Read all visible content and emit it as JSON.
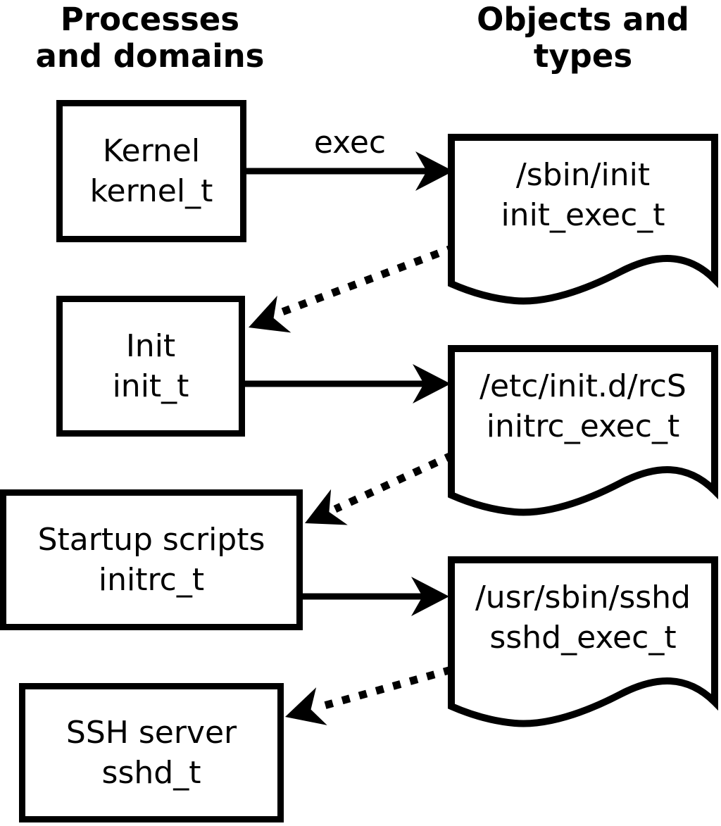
{
  "diagram": {
    "background_color": "#ffffff",
    "foreground_color": "#000000",
    "headers": {
      "left": {
        "line1": "Processes",
        "line2": "and domains"
      },
      "right": {
        "line1": "Objects and",
        "line2": "types"
      }
    },
    "processes": [
      {
        "name": "Kernel",
        "domain": "kernel_t"
      },
      {
        "name": "Init",
        "domain": "init_t"
      },
      {
        "name": "Startup scripts",
        "domain": "initrc_t"
      },
      {
        "name": "SSH server",
        "domain": "sshd_t"
      }
    ],
    "objects": [
      {
        "path": "/sbin/init",
        "type": "init_exec_t"
      },
      {
        "path": "/etc/init.d/rcS",
        "type": "initrc_exec_t"
      },
      {
        "path": "/usr/sbin/sshd",
        "type": "sshd_exec_t"
      }
    ],
    "arrow_label": "exec"
  }
}
